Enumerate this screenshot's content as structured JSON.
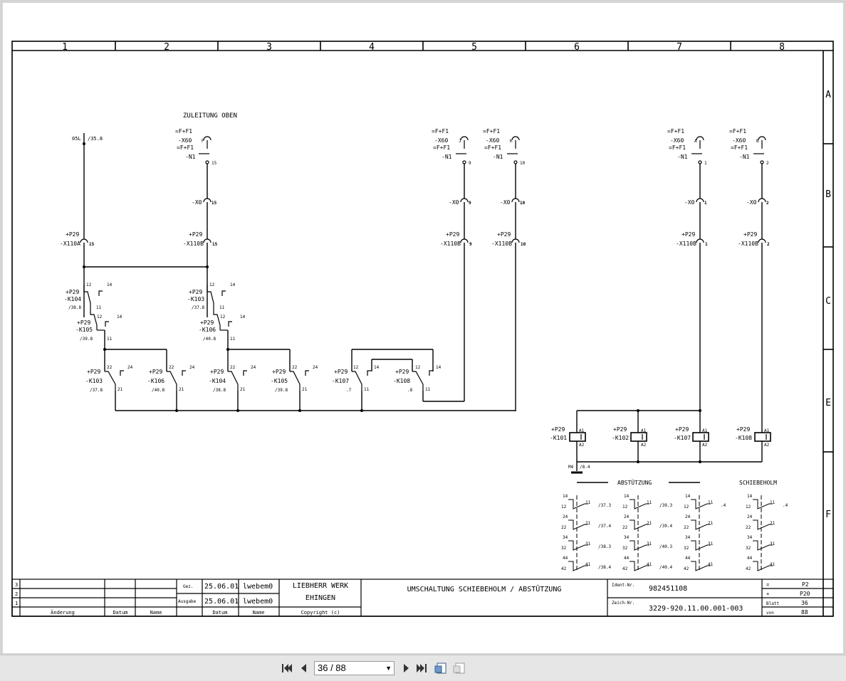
{
  "viewer": {
    "page_indicator": "36 / 88",
    "icons": [
      "first-page-icon",
      "previous-page-icon",
      "next-page-icon",
      "last-page-icon",
      "fit-page-icon",
      "fit-width-icon"
    ]
  },
  "drawing": {
    "columns": [
      "1",
      "2",
      "3",
      "4",
      "5",
      "6",
      "7",
      "8"
    ],
    "rows": [
      "A",
      "B",
      "C",
      "E",
      "F"
    ],
    "section_title": "ZULEITUNG OBEN",
    "abstuetzung_label": "ABSTÜTZUNG",
    "schiebeholm_label": "SCHIEBEHOLM",
    "feed_label": "05L",
    "feed_ref": "/35.8",
    "supplies": [
      {
        "lines": [
          "=F+F1",
          "-X60",
          "=F+F1",
          "-N1"
        ],
        "pin": "P",
        "term": "15"
      },
      {
        "lines": [
          "=F+F1",
          "-X60",
          "=F+F1",
          "-N1"
        ],
        "pin": "J",
        "term": "9"
      },
      {
        "lines": [
          "=F+F1",
          "-X60",
          "=F+F1",
          "-N1"
        ],
        "pin": "K",
        "term": "10"
      },
      {
        "lines": [
          "=F+F1",
          "-X60",
          "=F+F1",
          "-N1"
        ],
        "pin": "A",
        "term": "1"
      },
      {
        "lines": [
          "=F+F1",
          "-X60",
          "=F+F1",
          "-N1"
        ],
        "pin": "B",
        "term": "2"
      }
    ],
    "x0_terminals": [
      {
        "label": "-X0",
        "num": "15"
      },
      {
        "label": "-X0",
        "num": "9"
      },
      {
        "label": "-X0",
        "num": "10"
      },
      {
        "label": "-X0",
        "num": "1"
      },
      {
        "label": "-X0",
        "num": "2"
      }
    ],
    "x110_terminals": [
      {
        "loc": "+P29",
        "label": "-X110A",
        "num": "15"
      },
      {
        "loc": "+P29",
        "label": "-X110B",
        "num": "15"
      },
      {
        "loc": "+P29",
        "label": "-X110B",
        "num": "9"
      },
      {
        "loc": "+P29",
        "label": "-X110B",
        "num": "10"
      },
      {
        "loc": "+P29",
        "label": "-X110B",
        "num": "1"
      },
      {
        "loc": "+P29",
        "label": "-X110B",
        "num": "2"
      }
    ],
    "contacts_top": [
      {
        "loc": "+P29",
        "name": "-K104",
        "ref": "/38.8",
        "a": "12",
        "b": "14",
        "c": "11"
      },
      {
        "loc": "+P29",
        "name": "-K105",
        "ref": "/39.8",
        "a": "12",
        "b": "14",
        "c": "11"
      },
      {
        "loc": "+P29",
        "name": "-K103",
        "ref": "/37.8",
        "a": "12",
        "b": "14",
        "c": "11"
      },
      {
        "loc": "+P29",
        "name": "-K106",
        "ref": "/40.8",
        "a": "12",
        "b": "14",
        "c": "11"
      }
    ],
    "contacts_row": [
      {
        "loc": "+P29",
        "name": "-K103",
        "ref": "/37.8",
        "a": "22",
        "b": "24",
        "c": "21"
      },
      {
        "loc": "+P29",
        "name": "-K106",
        "ref": "/40.8",
        "a": "22",
        "b": "24",
        "c": "21"
      },
      {
        "loc": "+P29",
        "name": "-K104",
        "ref": "/38.8",
        "a": "22",
        "b": "24",
        "c": "21"
      },
      {
        "loc": "+P29",
        "name": "-K105",
        "ref": "/39.8",
        "a": "22",
        "b": "24",
        "c": "21"
      },
      {
        "loc": "+P29",
        "name": "-K107",
        "ref": ".7",
        "a": "12",
        "b": "14",
        "c": "11"
      },
      {
        "loc": "+P29",
        "name": "-K108",
        "ref": ".8",
        "a": "12",
        "b": "14",
        "c": "11"
      }
    ],
    "coils": [
      {
        "loc": "+P29",
        "name": "-K101",
        "a1": "A1",
        "a2": "A2"
      },
      {
        "loc": "+P29",
        "name": "-K102",
        "a1": "A1",
        "a2": "A2"
      },
      {
        "loc": "+P29",
        "name": "-K107",
        "a1": "A1",
        "a2": "A2"
      },
      {
        "loc": "+P29",
        "name": "-K108",
        "a1": "A1",
        "a2": "A2"
      }
    ],
    "ground_label": "M4",
    "ground_ref": "/8.4",
    "contact_tables": [
      {
        "refs": [
          "/37.3",
          "/37.4",
          "/38.3",
          "/38.4"
        ]
      },
      {
        "refs": [
          "/39.3",
          "/39.4",
          "/40.3",
          "/40.4"
        ]
      },
      {
        "refs": [
          ".4",
          "",
          "",
          ""
        ]
      },
      {
        "refs": [
          ".4",
          "",
          "",
          ""
        ]
      }
    ],
    "contact_pins": [
      [
        "14",
        "12",
        "11"
      ],
      [
        "24",
        "22",
        "21"
      ],
      [
        "34",
        "32",
        "31"
      ],
      [
        "44",
        "42",
        "41"
      ]
    ]
  },
  "title_block": {
    "revisions": [
      "3",
      "2",
      "1"
    ],
    "rev_headers": {
      "change": "Änderung",
      "date": "Datum",
      "name": "Name"
    },
    "drawn_label": "Gez.",
    "drawn_date": "25.06.01",
    "drawn_name": "lwebem0",
    "issue_label": "Ausgabe",
    "issue_date": "25.06.01",
    "issue_name": "lwebem0",
    "sub_date": "Datum",
    "sub_name": "Name",
    "company_line1": "LIEBHERR WERK",
    "company_line2": "EHINGEN",
    "copyright": "Copyright (c)",
    "title": "UMSCHALTUNG SCHIEBEHOLM / ABSTÜTZUNG",
    "ident_label": "Ident-Nr.",
    "ident_value": "982451108",
    "drawing_label": "Zeich-Nr.",
    "drawing_value": "3229-920.11.00.001-003",
    "eq_label": "=",
    "eq_value": "P2",
    "plus_label": "+",
    "plus_value": "P20",
    "sheet_label": "Blatt",
    "sheet_value": "36",
    "of_label": "von",
    "of_value": "88"
  }
}
